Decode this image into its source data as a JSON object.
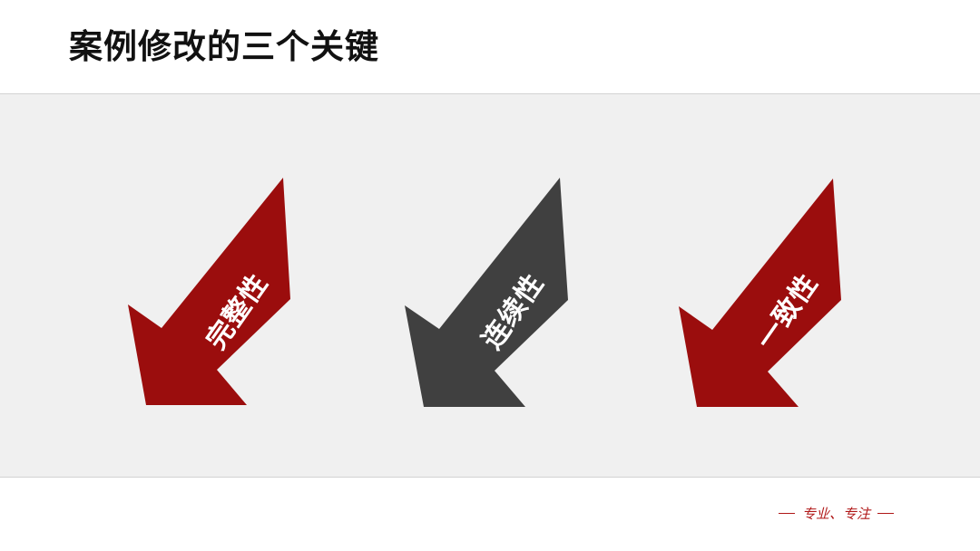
{
  "slide": {
    "title": "案例修改的三个关键"
  },
  "arrows": [
    {
      "label": "完整性",
      "color": "#9b0d0d"
    },
    {
      "label": "连续性",
      "color": "#404040"
    },
    {
      "label": "一致性",
      "color": "#9b0d0d"
    }
  ],
  "footer": {
    "slogan": "专业、专注"
  }
}
